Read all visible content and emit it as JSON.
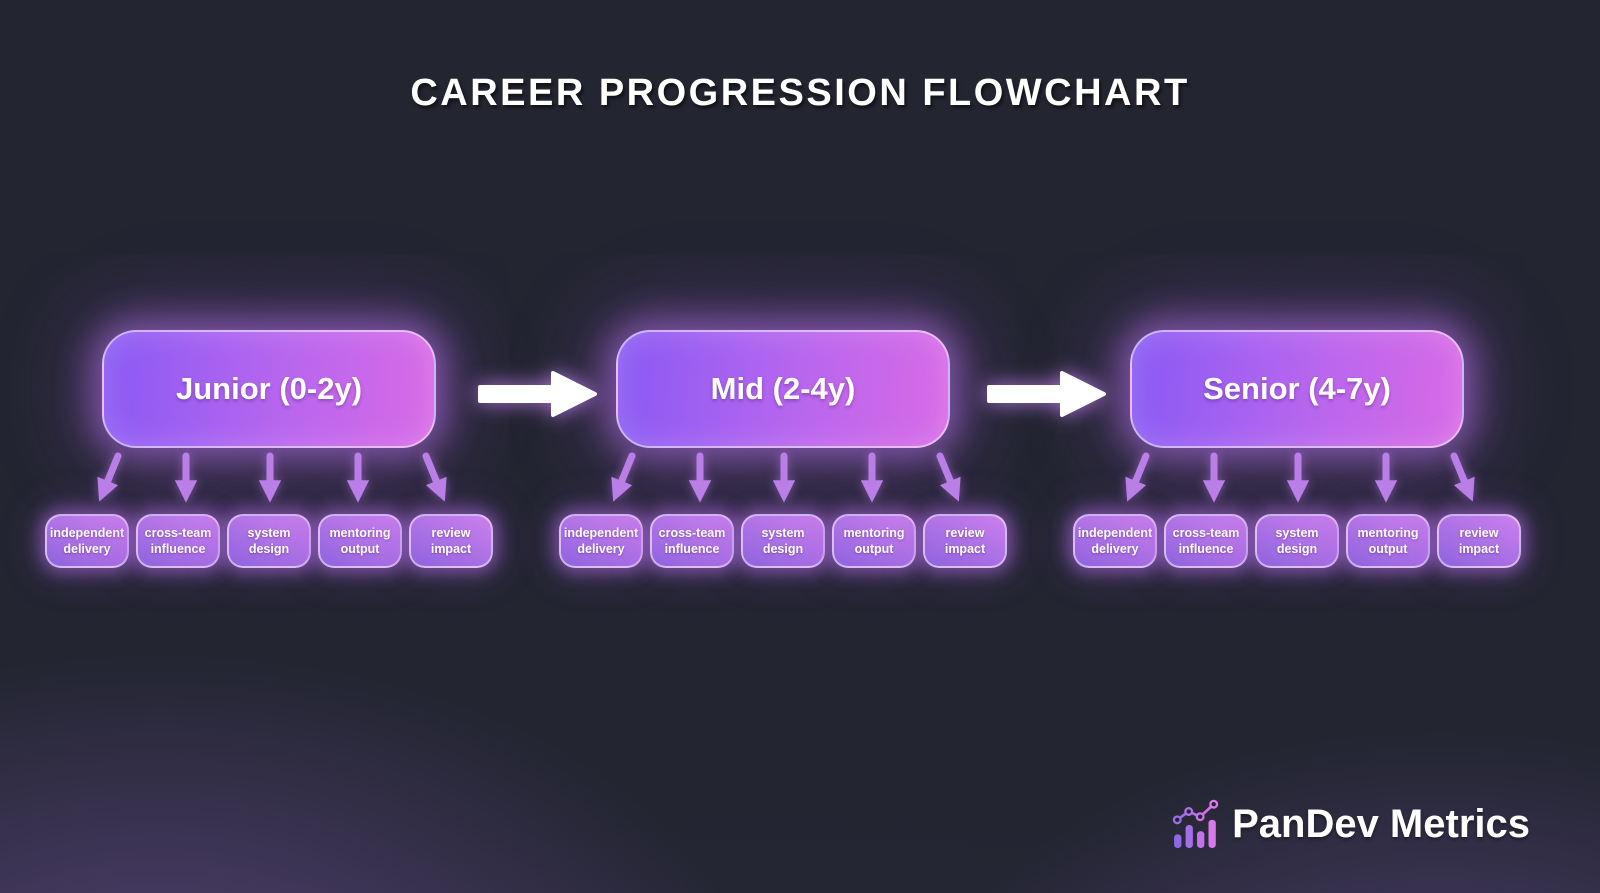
{
  "title": "CAREER PROGRESSION FLOWCHART",
  "stages": [
    {
      "label": "Junior (0-2y)",
      "children": [
        {
          "line1": "independent",
          "line2": "delivery"
        },
        {
          "line1": "cross-team",
          "line2": "influence"
        },
        {
          "line1": "system",
          "line2": "design"
        },
        {
          "line1": "mentoring",
          "line2": "output"
        },
        {
          "line1": "review",
          "line2": "impact"
        }
      ]
    },
    {
      "label": "Mid (2-4y)",
      "children": [
        {
          "line1": "independent",
          "line2": "delivery"
        },
        {
          "line1": "cross-team",
          "line2": "influence"
        },
        {
          "line1": "system",
          "line2": "design"
        },
        {
          "line1": "mentoring",
          "line2": "output"
        },
        {
          "line1": "review",
          "line2": "impact"
        }
      ]
    },
    {
      "label": "Senior (4-7y)",
      "children": [
        {
          "line1": "independent",
          "line2": "delivery"
        },
        {
          "line1": "cross-team",
          "line2": "influence"
        },
        {
          "line1": "system",
          "line2": "design"
        },
        {
          "line1": "mentoring",
          "line2": "output"
        },
        {
          "line1": "review",
          "line2": "impact"
        }
      ]
    }
  ],
  "brand": {
    "name": "PanDev Metrics",
    "icon": "bar-line-chart-icon"
  },
  "colors": {
    "background": "#232531",
    "glow": "#bd7bf0",
    "stage_gradient_start": "#8a5af4",
    "stage_gradient_end": "#d86ae6",
    "child_gradient_start": "#cb80ec",
    "child_gradient_end": "#8f63df",
    "connector_arrow": "#b97fe6",
    "flow_arrow": "#ffffff",
    "text": "#ffffff"
  }
}
